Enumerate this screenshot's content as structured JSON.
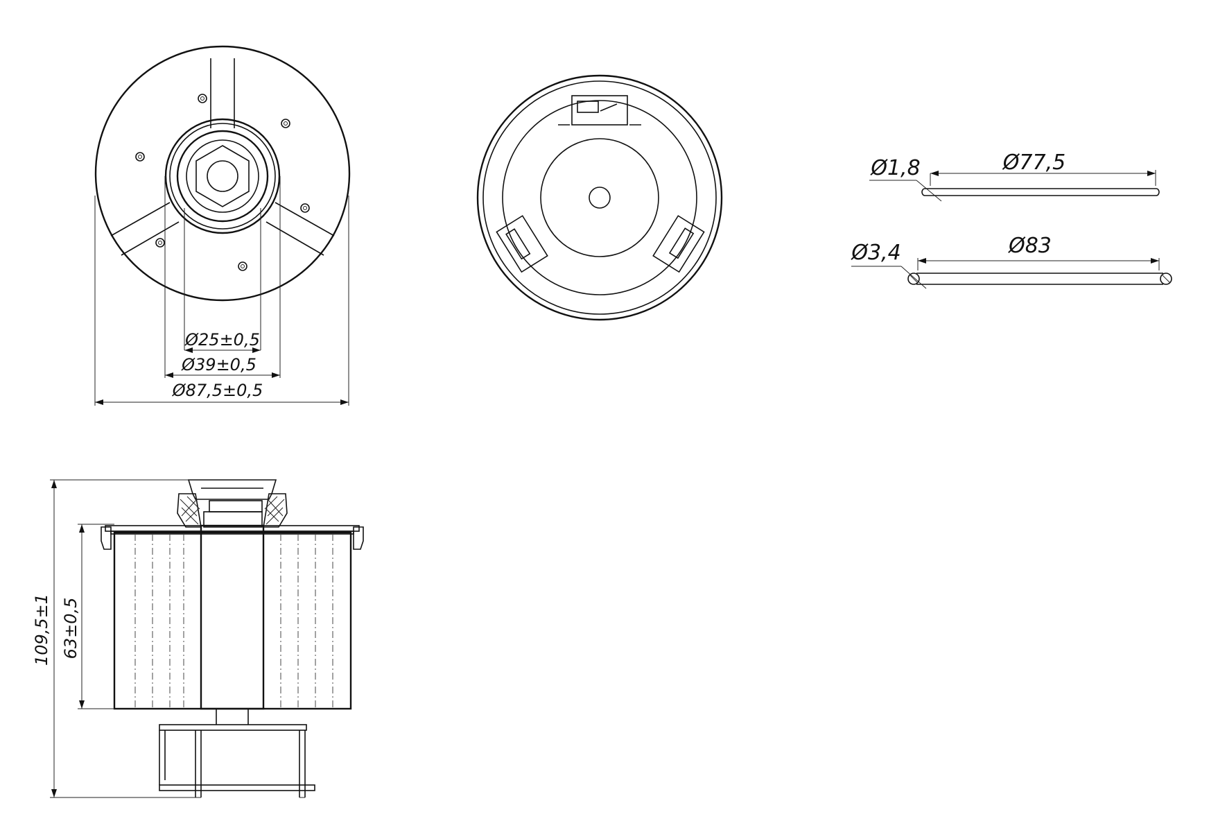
{
  "colors": {
    "ink": "#111111",
    "paper": "#ffffff"
  },
  "top_view": {
    "dim_inner": "Ø25±0,5",
    "dim_middle": "Ø39±0,5",
    "dim_outer": "Ø87,5±0,5"
  },
  "oring_small": {
    "cross_section": "Ø1,8",
    "diameter": "Ø77,5"
  },
  "oring_large": {
    "cross_section": "Ø3,4",
    "diameter": "Ø83"
  },
  "side_view": {
    "dim_total_height": "109,5±1",
    "dim_body_height": "63±0,5"
  }
}
